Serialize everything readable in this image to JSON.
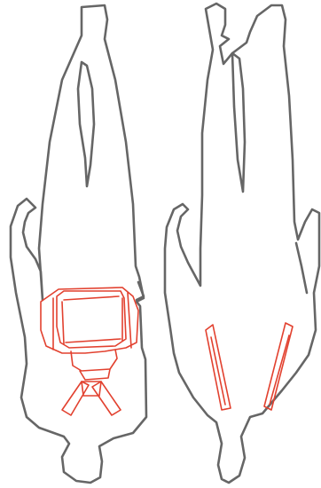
{
  "colors": {
    "background": "#ffffff",
    "outline": "#666666",
    "highlight": "#e2412f"
  },
  "figures": [
    {
      "id": "front",
      "view": "front",
      "highlighted_regions": [
        "chest-bag",
        "shoulder-straps",
        "waist-belt"
      ]
    },
    {
      "id": "back",
      "view": "back",
      "highlighted_regions": [
        "left-side-panel",
        "right-side-panel"
      ]
    }
  ]
}
